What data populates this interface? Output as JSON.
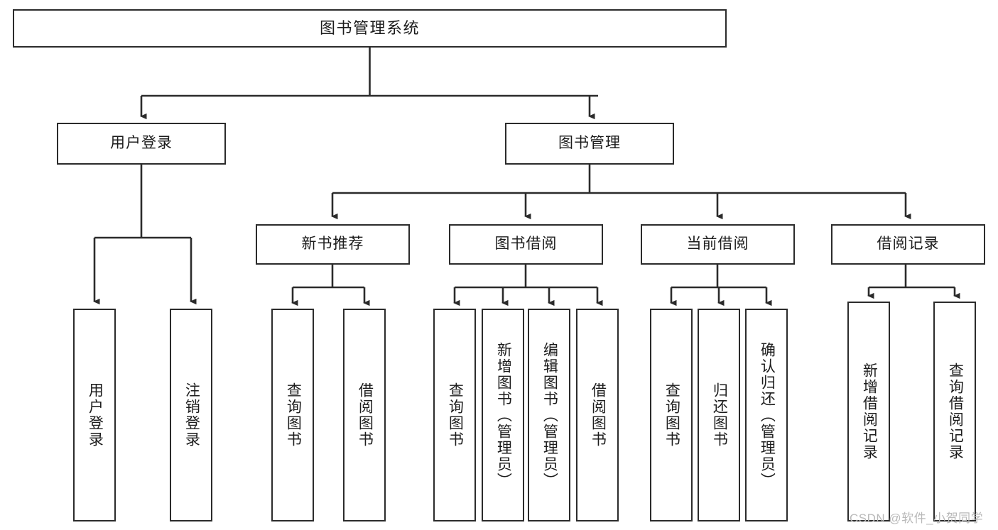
{
  "diagram": {
    "title": "图书管理系统",
    "type": "tree-hierarchy",
    "root": {
      "label": "图书管理系统"
    },
    "level1": [
      {
        "label": "用户登录"
      },
      {
        "label": "图书管理"
      }
    ],
    "level2": [
      {
        "label": "新书推荐"
      },
      {
        "label": "图书借阅"
      },
      {
        "label": "当前借阅"
      },
      {
        "label": "借阅记录"
      }
    ],
    "leaves": {
      "user_login": [
        {
          "label": "用户登录"
        },
        {
          "label": "注销登录"
        }
      ],
      "new_book_recommend": [
        {
          "label": "查询图书"
        },
        {
          "label": "借阅图书"
        }
      ],
      "book_borrow": [
        {
          "label": "查询图书"
        },
        {
          "label": "新增图书（管理员）"
        },
        {
          "label": "编辑图书（管理员）"
        },
        {
          "label": "借阅图书"
        }
      ],
      "current_borrow": [
        {
          "label": "查询图书"
        },
        {
          "label": "归还图书"
        },
        {
          "label": "确认归还（管理员）"
        }
      ],
      "borrow_record": [
        {
          "label": "新增借阅记录"
        },
        {
          "label": "查询借阅记录"
        }
      ]
    }
  },
  "watermark": {
    "text": "CSDN @软件_小贺同学"
  },
  "colors": {
    "border": "#2b2b2b",
    "text": "#1c1c1c",
    "background": "#ffffff",
    "watermark": "#b9b9b9"
  }
}
